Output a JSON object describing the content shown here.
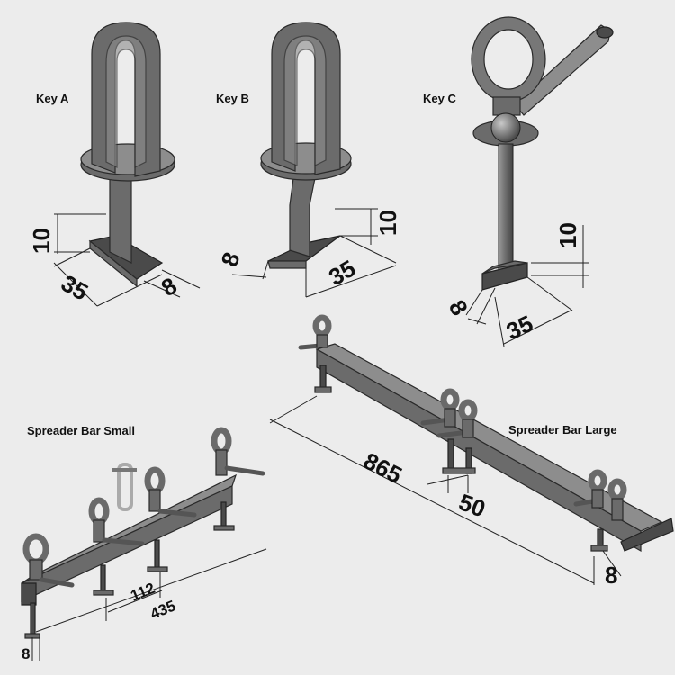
{
  "labels": {
    "key_a": "Key A",
    "key_b": "Key B",
    "key_c": "Key C",
    "spreader_small": "Spreader Bar Small",
    "spreader_large": "Spreader Bar Large"
  },
  "dimensions": {
    "key_a": {
      "height": "10",
      "length": "35",
      "width": "8"
    },
    "key_b": {
      "width": "8",
      "height": "10",
      "length": "35"
    },
    "key_c": {
      "height": "10",
      "width": "8",
      "length": "35"
    },
    "spreader_small": {
      "spacing": "112",
      "length": "435",
      "width": "8"
    },
    "spreader_large": {
      "length": "865",
      "spacing": "50",
      "width": "8"
    }
  }
}
